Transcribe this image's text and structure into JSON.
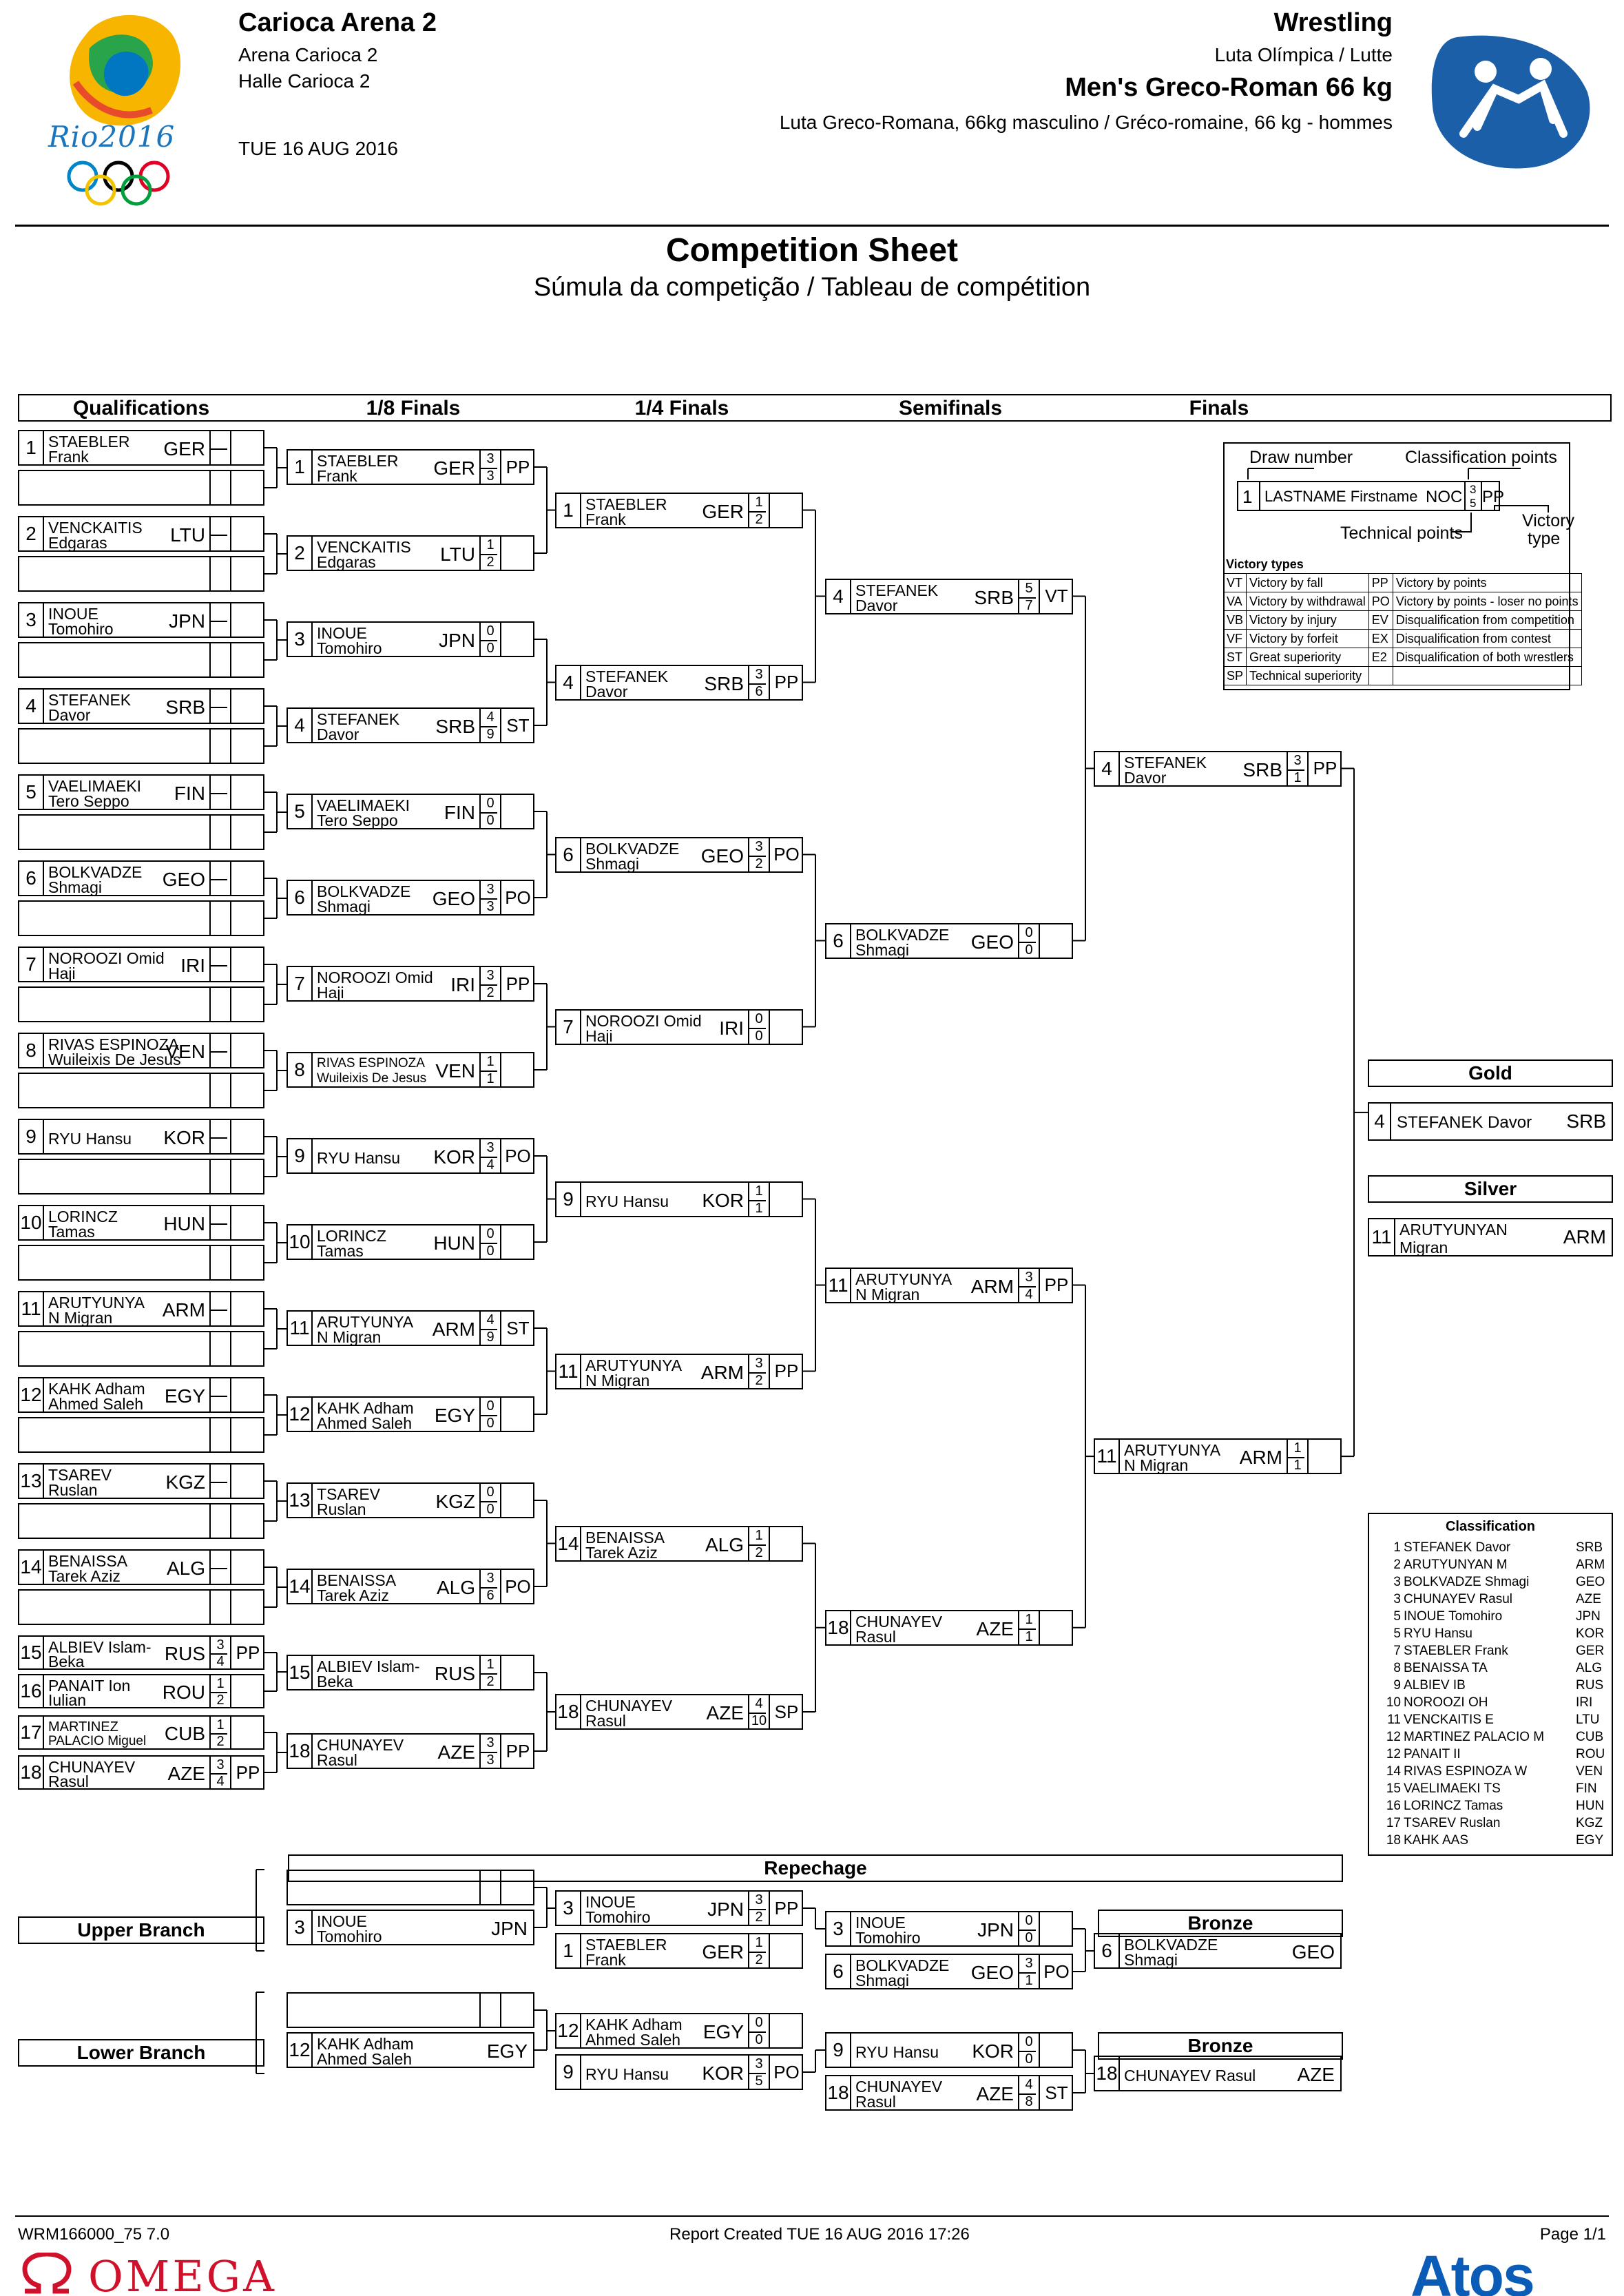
{
  "header": {
    "venue": "Carioca Arena 2",
    "venue_pt": "Arena Carioca 2",
    "venue_fr": "Halle Carioca 2",
    "date": "TUE 16 AUG 2016",
    "sport": "Wrestling",
    "sport_alt": "Luta Olímpica / Lutte",
    "event": "Men's Greco-Roman 66 kg",
    "event_alt": "Luta Greco-Romana, 66kg masculino / Gréco-romaine, 66 kg - hommes",
    "logo_text": "Rio2016"
  },
  "title": "Competition Sheet",
  "subtitle": "Súmula da competição / Tableau de compétition",
  "rounds": [
    "Qualifications",
    "1/8 Finals",
    "1/4 Finals",
    "Semifinals",
    "Finals"
  ],
  "legend": {
    "draw": "Draw number",
    "class": "Classification points",
    "tech": "Technical points",
    "vtype1": "Victory",
    "vtype2": "type",
    "ex_seed": "1",
    "ex_name": "LASTNAME Firstname",
    "ex_noc": "NOC",
    "ex_a": "3",
    "ex_b": "5",
    "ex_v": "PP",
    "vt_title": "Victory types",
    "vt": [
      [
        "VT",
        "Victory by fall",
        "PP",
        "Victory by points"
      ],
      [
        "VA",
        "Victory by withdrawal",
        "PO",
        "Victory by points - loser no points"
      ],
      [
        "VB",
        "Victory by injury",
        "EV",
        "Disqualification from competition"
      ],
      [
        "VF",
        "Victory by forfeit",
        "EX",
        "Disqualification from contest"
      ],
      [
        "ST",
        "Great superiority",
        "E2",
        "Disqualification of both wrestlers"
      ],
      [
        "SP",
        "Technical superiority",
        "",
        ""
      ]
    ]
  },
  "qual": [
    {
      "seed": "1",
      "l1": "STAEBLER",
      "l2": "Frank",
      "noc": "GER"
    },
    {
      "seed": "2",
      "l1": "VENCKAITIS",
      "l2": "Edgaras",
      "noc": "LTU"
    },
    {
      "seed": "3",
      "l1": "INOUE",
      "l2": "Tomohiro",
      "noc": "JPN"
    },
    {
      "seed": "4",
      "l1": "STEFANEK",
      "l2": "Davor",
      "noc": "SRB"
    },
    {
      "seed": "5",
      "l1": "VAELIMAEKI",
      "l2": "Tero Seppo",
      "noc": "FIN"
    },
    {
      "seed": "6",
      "l1": "BOLKVADZE",
      "l2": "Shmagi",
      "noc": "GEO"
    },
    {
      "seed": "7",
      "l1": "NOROOZI  Omid",
      "l2": "Haji",
      "noc": "IRI"
    },
    {
      "seed": "8",
      "l1": "RIVAS ESPINOZA",
      "l2": "Wuileixis De Jesus",
      "noc": "VEN"
    },
    {
      "seed": "9",
      "l1": "RYU Hansu",
      "l2": "",
      "noc": "KOR"
    },
    {
      "seed": "10",
      "l1": "LORINCZ",
      "l2": "Tamas",
      "noc": "HUN"
    },
    {
      "seed": "11",
      "l1": "ARUTYUNYA",
      "l2": "N Migran",
      "noc": "ARM"
    },
    {
      "seed": "12",
      "l1": "KAHK  Adham",
      "l2": "Ahmed  Saleh",
      "noc": "EGY"
    },
    {
      "seed": "13",
      "l1": "TSAREV",
      "l2": "Ruslan",
      "noc": "KGZ"
    },
    {
      "seed": "14",
      "l1": "BENAISSA",
      "l2": "Tarek Aziz",
      "noc": "ALG"
    }
  ],
  "qual_bouts": [
    {
      "seed": "15",
      "l1": "ALBIEV  Islam-",
      "l2": "Beka",
      "noc": "RUS",
      "a": "3",
      "b": "4",
      "v": "PP"
    },
    {
      "seed": "16",
      "l1": "PANAIT  Ion",
      "l2": "Iulian",
      "noc": "ROU",
      "a": "1",
      "b": "2",
      "v": ""
    },
    {
      "seed": "17",
      "l1": "MARTINEZ",
      "l2": "PALACIO  Miguel",
      "noc": "CUB",
      "a": "1",
      "b": "2",
      "v": ""
    },
    {
      "seed": "18",
      "l1": "CHUNAYEV",
      "l2": "Rasul",
      "noc": "AZE",
      "a": "3",
      "b": "4",
      "v": "PP"
    }
  ],
  "r16": [
    {
      "seed": "1",
      "l1": "STAEBLER",
      "l2": "Frank",
      "noc": "GER",
      "a": "3",
      "b": "3",
      "v": "PP"
    },
    {
      "seed": "2",
      "l1": "VENCKAITIS",
      "l2": "Edgaras",
      "noc": "LTU",
      "a": "1",
      "b": "2",
      "v": ""
    },
    {
      "seed": "3",
      "l1": "INOUE",
      "l2": "Tomohiro",
      "noc": "JPN",
      "a": "0",
      "b": "0",
      "v": ""
    },
    {
      "seed": "4",
      "l1": "STEFANEK",
      "l2": "Davor",
      "noc": "SRB",
      "a": "4",
      "b": "9",
      "v": "ST"
    },
    {
      "seed": "5",
      "l1": "VAELIMAEKI",
      "l2": "Tero Seppo",
      "noc": "FIN",
      "a": "0",
      "b": "0",
      "v": ""
    },
    {
      "seed": "6",
      "l1": "BOLKVADZE",
      "l2": "Shmagi",
      "noc": "GEO",
      "a": "3",
      "b": "3",
      "v": "PO"
    },
    {
      "seed": "7",
      "l1": "NOROOZI  Omid",
      "l2": "Haji",
      "noc": "IRI",
      "a": "3",
      "b": "2",
      "v": "PP"
    },
    {
      "seed": "8",
      "l1": "RIVAS ESPINOZA",
      "l2": "Wuileixis De Jesus",
      "noc": "VEN",
      "a": "1",
      "b": "1",
      "v": ""
    },
    {
      "seed": "9",
      "l1": "RYU Hansu",
      "l2": "",
      "noc": "KOR",
      "a": "3",
      "b": "4",
      "v": "PO"
    },
    {
      "seed": "10",
      "l1": "LORINCZ",
      "l2": "Tamas",
      "noc": "HUN",
      "a": "0",
      "b": "0",
      "v": ""
    },
    {
      "seed": "11",
      "l1": "ARUTYUNYA",
      "l2": "N Migran",
      "noc": "ARM",
      "a": "4",
      "b": "9",
      "v": "ST"
    },
    {
      "seed": "12",
      "l1": "KAHK  Adham",
      "l2": "Ahmed  Saleh",
      "noc": "EGY",
      "a": "0",
      "b": "0",
      "v": ""
    },
    {
      "seed": "13",
      "l1": "TSAREV",
      "l2": "Ruslan",
      "noc": "KGZ",
      "a": "0",
      "b": "0",
      "v": ""
    },
    {
      "seed": "14",
      "l1": "BENAISSA",
      "l2": "Tarek Aziz",
      "noc": "ALG",
      "a": "3",
      "b": "6",
      "v": "PO"
    },
    {
      "seed": "15",
      "l1": "ALBIEV  Islam-",
      "l2": "Beka",
      "noc": "RUS",
      "a": "1",
      "b": "2",
      "v": ""
    },
    {
      "seed": "18",
      "l1": "CHUNAYEV",
      "l2": "Rasul",
      "noc": "AZE",
      "a": "3",
      "b": "3",
      "v": "PP"
    }
  ],
  "qf": [
    {
      "seed": "1",
      "l1": "STAEBLER",
      "l2": "Frank",
      "noc": "GER",
      "a": "1",
      "b": "2",
      "v": ""
    },
    {
      "seed": "4",
      "l1": "STEFANEK",
      "l2": "Davor",
      "noc": "SRB",
      "a": "3",
      "b": "6",
      "v": "PP"
    },
    {
      "seed": "6",
      "l1": "BOLKVADZE",
      "l2": "Shmagi",
      "noc": "GEO",
      "a": "3",
      "b": "2",
      "v": "PO"
    },
    {
      "seed": "7",
      "l1": "NOROOZI  Omid",
      "l2": "Haji",
      "noc": "IRI",
      "a": "0",
      "b": "0",
      "v": ""
    },
    {
      "seed": "9",
      "l1": "RYU Hansu",
      "l2": "",
      "noc": "KOR",
      "a": "1",
      "b": "1",
      "v": ""
    },
    {
      "seed": "11",
      "l1": "ARUTYUNYA",
      "l2": "N Migran",
      "noc": "ARM",
      "a": "3",
      "b": "2",
      "v": "PP"
    },
    {
      "seed": "14",
      "l1": "BENAISSA",
      "l2": "Tarek Aziz",
      "noc": "ALG",
      "a": "1",
      "b": "2",
      "v": ""
    },
    {
      "seed": "18",
      "l1": "CHUNAYEV",
      "l2": "Rasul",
      "noc": "AZE",
      "a": "4",
      "b": "10",
      "v": "SP"
    }
  ],
  "sf": [
    {
      "seed": "4",
      "l1": "STEFANEK",
      "l2": "Davor",
      "noc": "SRB",
      "a": "5",
      "b": "7",
      "v": "VT"
    },
    {
      "seed": "6",
      "l1": "BOLKVADZE",
      "l2": "Shmagi",
      "noc": "GEO",
      "a": "0",
      "b": "0",
      "v": ""
    },
    {
      "seed": "11",
      "l1": "ARUTYUNYA",
      "l2": "N Migran",
      "noc": "ARM",
      "a": "3",
      "b": "4",
      "v": "PP"
    },
    {
      "seed": "18",
      "l1": "CHUNAYEV",
      "l2": "Rasul",
      "noc": "AZE",
      "a": "1",
      "b": "1",
      "v": ""
    }
  ],
  "fin": [
    {
      "seed": "4",
      "l1": "STEFANEK",
      "l2": "Davor",
      "noc": "SRB",
      "a": "3",
      "b": "1",
      "v": "PP"
    },
    {
      "seed": "11",
      "l1": "ARUTYUNYA",
      "l2": "N Migran",
      "noc": "ARM",
      "a": "1",
      "b": "1",
      "v": ""
    }
  ],
  "medals": {
    "gold_label": "Gold",
    "gold_seed": "4",
    "gold_name": "STEFANEK Davor",
    "gold_noc": "SRB",
    "silver_label": "Silver",
    "silver_seed": "11",
    "silver_l1": "ARUTYUNYAN",
    "silver_l2": "Migran",
    "silver_noc": "ARM"
  },
  "classification": {
    "title": "Classification",
    "rows": [
      {
        "r": "1",
        "n": "STEFANEK Davor",
        "c": "SRB"
      },
      {
        "r": "2",
        "n": "ARUTYUNYAN M",
        "c": "ARM"
      },
      {
        "r": "3",
        "n": "BOLKVADZE Shmagi",
        "c": "GEO"
      },
      {
        "r": "3",
        "n": "CHUNAYEV Rasul",
        "c": "AZE"
      },
      {
        "r": "5",
        "n": "INOUE Tomohiro",
        "c": "JPN"
      },
      {
        "r": "5",
        "n": "RYU Hansu",
        "c": "KOR"
      },
      {
        "r": "7",
        "n": "STAEBLER Frank",
        "c": "GER"
      },
      {
        "r": "8",
        "n": "BENAISSA TA",
        "c": "ALG"
      },
      {
        "r": "9",
        "n": "ALBIEV IB",
        "c": "RUS"
      },
      {
        "r": "10",
        "n": "NOROOZI OH",
        "c": "IRI"
      },
      {
        "r": "11",
        "n": "VENCKAITIS E",
        "c": "LTU"
      },
      {
        "r": "12",
        "n": "MARTINEZ PALACIO M",
        "c": "CUB"
      },
      {
        "r": "12",
        "n": "PANAIT II",
        "c": "ROU"
      },
      {
        "r": "14",
        "n": "RIVAS ESPINOZA W",
        "c": "VEN"
      },
      {
        "r": "15",
        "n": "VAELIMAEKI TS",
        "c": "FIN"
      },
      {
        "r": "16",
        "n": "LORINCZ Tamas",
        "c": "HUN"
      },
      {
        "r": "17",
        "n": "TSAREV Ruslan",
        "c": "KGZ"
      },
      {
        "r": "18",
        "n": "KAHK AAS",
        "c": "EGY"
      }
    ]
  },
  "repechage": {
    "title": "Repechage",
    "upper": "Upper Branch",
    "lower": "Lower Branch",
    "bronze": "Bronze",
    "up_r1": {
      "seed": "3",
      "l1": "INOUE",
      "l2": "Tomohiro",
      "noc": "JPN"
    },
    "up_r2a": {
      "seed": "3",
      "l1": "INOUE",
      "l2": "Tomohiro",
      "noc": "JPN",
      "a": "3",
      "b": "2",
      "v": "PP"
    },
    "up_r2b": {
      "seed": "1",
      "l1": "STAEBLER",
      "l2": "Frank",
      "noc": "GER",
      "a": "1",
      "b": "2",
      "v": ""
    },
    "up_bra": {
      "seed": "3",
      "l1": "INOUE",
      "l2": "Tomohiro",
      "noc": "JPN",
      "a": "0",
      "b": "0",
      "v": ""
    },
    "up_brb": {
      "seed": "6",
      "l1": "BOLKVADZE",
      "l2": "Shmagi",
      "noc": "GEO",
      "a": "3",
      "b": "1",
      "v": "PO"
    },
    "up_win": {
      "seed": "6",
      "l1": "BOLKVADZE",
      "l2": "Shmagi",
      "noc": "GEO"
    },
    "lo_r1": {
      "seed": "12",
      "l1": "KAHK  Adham",
      "l2": "Ahmed  Saleh",
      "noc": "EGY"
    },
    "lo_r2a": {
      "seed": "12",
      "l1": "KAHK  Adham",
      "l2": "Ahmed  Saleh",
      "noc": "EGY",
      "a": "0",
      "b": "0",
      "v": ""
    },
    "lo_r2b": {
      "seed": "9",
      "l1": "RYU Hansu",
      "l2": "",
      "noc": "KOR",
      "a": "3",
      "b": "5",
      "v": "PO"
    },
    "lo_bra": {
      "seed": "9",
      "l1": "RYU Hansu",
      "l2": "",
      "noc": "KOR",
      "a": "0",
      "b": "0",
      "v": ""
    },
    "lo_brb": {
      "seed": "18",
      "l1": "CHUNAYEV",
      "l2": "Rasul",
      "noc": "AZE",
      "a": "4",
      "b": "8",
      "v": "ST"
    },
    "lo_win": {
      "seed": "18",
      "l1": "CHUNAYEV Rasul",
      "l2": "",
      "noc": "AZE"
    }
  },
  "footer": {
    "code": "WRM166000_75 7.0",
    "report": "Report Created  TUE 16 AUG 2016 17:26",
    "page": "Page  1/1",
    "omega": "OMEGA",
    "atos": "Atos"
  }
}
